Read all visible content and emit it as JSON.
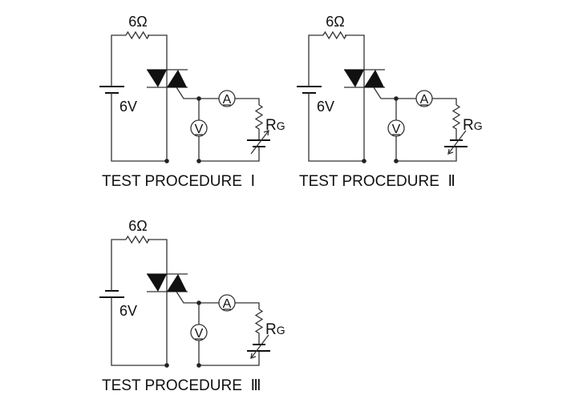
{
  "circuits": [
    {
      "id": "I",
      "resistor_label": "6Ω",
      "battery_label": "6V",
      "ammeter_label": "A",
      "voltmeter_label": "V",
      "gate_resistor_label": "R",
      "gate_resistor_subscript": "G",
      "title": "TEST PROCEDURE  Ⅰ",
      "main_battery_long_plate": "top",
      "gate_battery_long_plate": "top",
      "gate_arrow": "up-right"
    },
    {
      "id": "II",
      "resistor_label": "6Ω",
      "battery_label": "6V",
      "ammeter_label": "A",
      "voltmeter_label": "V",
      "gate_resistor_label": "R",
      "gate_resistor_subscript": "G",
      "title": "TEST PROCEDURE  Ⅱ",
      "main_battery_long_plate": "top",
      "gate_battery_long_plate": "bottom",
      "gate_arrow": "down-left"
    },
    {
      "id": "III",
      "resistor_label": "6Ω",
      "battery_label": "6V",
      "ammeter_label": "A",
      "voltmeter_label": "V",
      "gate_resistor_label": "R",
      "gate_resistor_subscript": "G",
      "title": "TEST PROCEDURE  Ⅲ",
      "main_battery_long_plate": "bottom",
      "gate_battery_long_plate": "bottom",
      "gate_arrow": "down-left"
    }
  ]
}
